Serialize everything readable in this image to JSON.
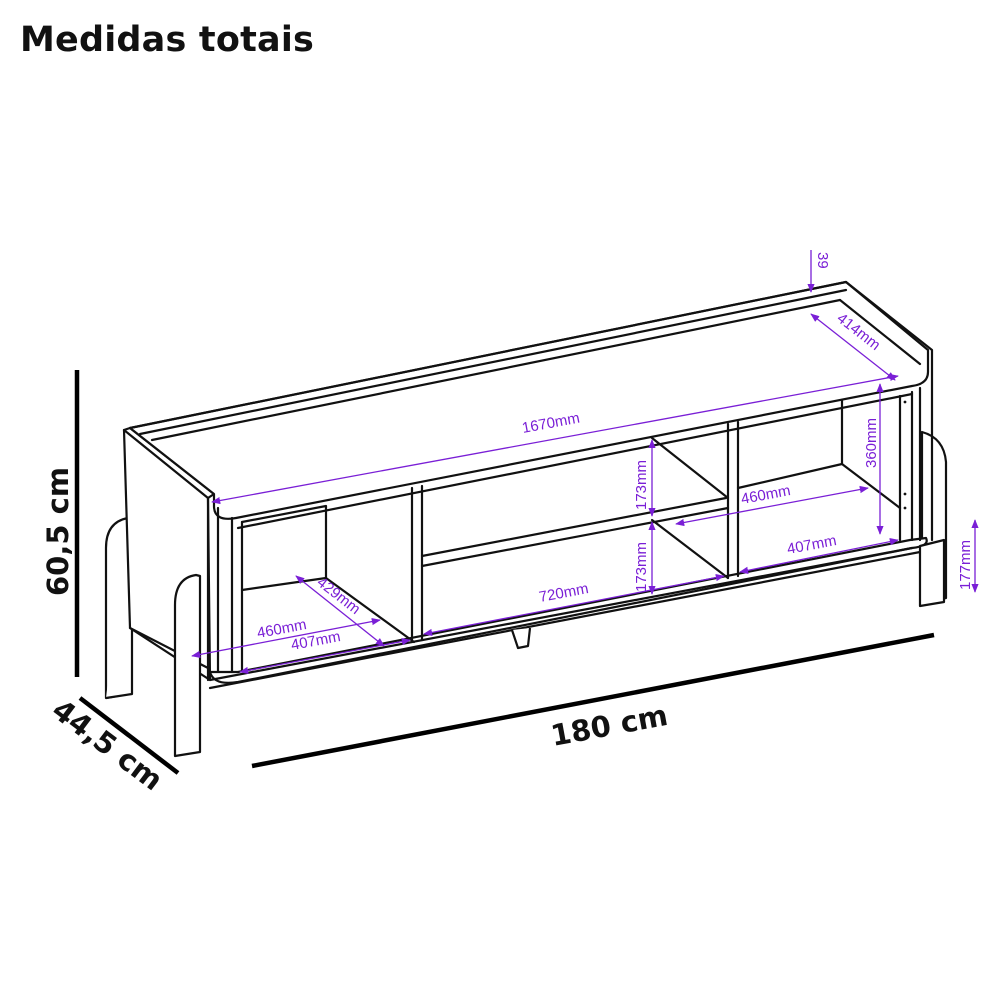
{
  "title": "Medidas totais",
  "overall": {
    "height": "60,5 cm",
    "depth": "44,5 cm",
    "width": "180 cm"
  },
  "dimensions": {
    "top_length": "1670mm",
    "top_depth": "414mm",
    "back_rail_height": "39",
    "right_niche_height": "360mm",
    "right_niche_depth": "460mm",
    "right_niche_width": "407mm",
    "leg_clearance": "177mm",
    "center_upper_height": "173mm",
    "center_lower_height": "173mm",
    "center_width": "720mm",
    "left_niche_diagonal": "429mm",
    "left_niche_depth": "460mm",
    "left_niche_width": "407mm"
  },
  "colors": {
    "dimension_accent": "#7a1fd6",
    "line": "#111111"
  }
}
